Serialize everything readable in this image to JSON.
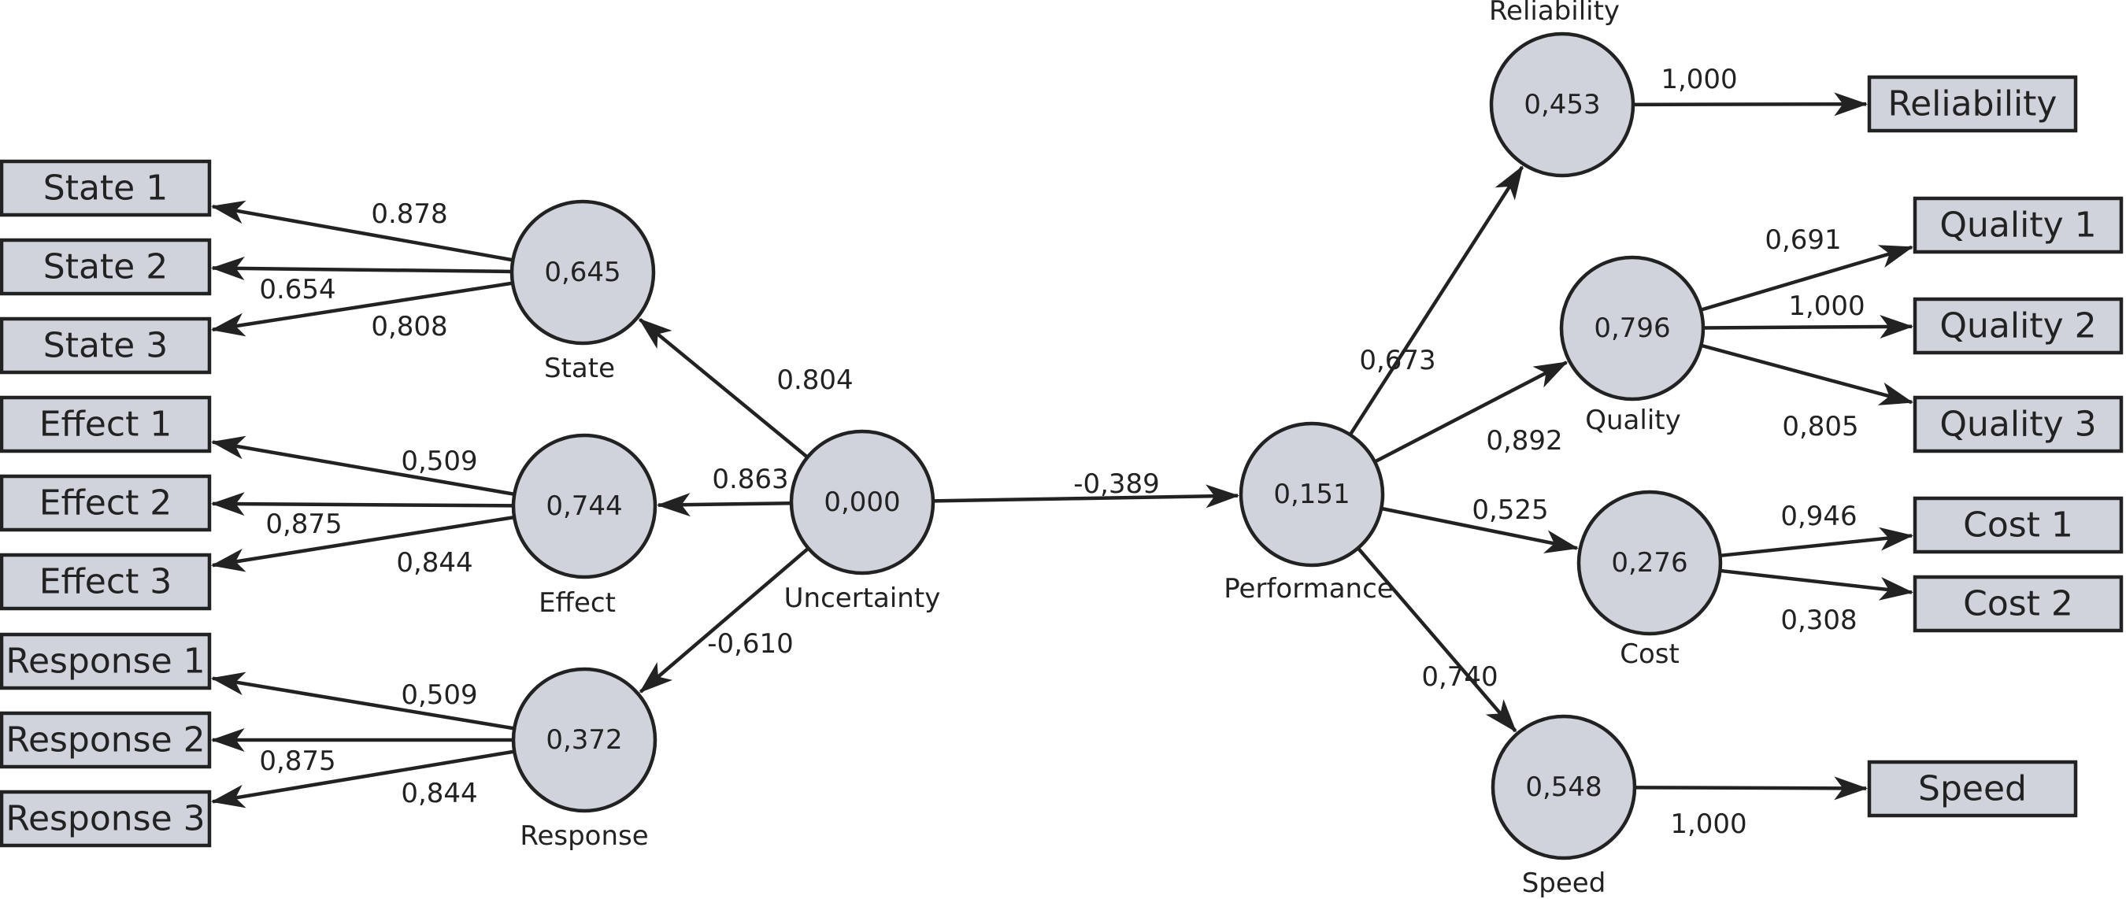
{
  "colors": {
    "fill": "#d0d3dc",
    "stroke": "#222222",
    "background": "#ffffff"
  },
  "nodes": [
    {
      "id": "uncertainty",
      "value": "0,000",
      "label": "Uncertainty"
    },
    {
      "id": "state",
      "value": "0,645",
      "label": "State"
    },
    {
      "id": "effect",
      "value": "0,744",
      "label": "Effect"
    },
    {
      "id": "response",
      "value": "0,372",
      "label": "Response"
    },
    {
      "id": "performance",
      "value": "0,151",
      "label": "Performance"
    },
    {
      "id": "reliability",
      "value": "0,453",
      "label": "Reliability"
    },
    {
      "id": "quality",
      "value": "0,796",
      "label": "Quality"
    },
    {
      "id": "cost",
      "value": "0,276",
      "label": "Cost"
    },
    {
      "id": "speed",
      "value": "0,548",
      "label": "Speed"
    }
  ],
  "indicators": [
    {
      "id": "state-1",
      "label": "State 1"
    },
    {
      "id": "state-2",
      "label": "State 2"
    },
    {
      "id": "state-3",
      "label": "State 3"
    },
    {
      "id": "effect-1",
      "label": "Effect 1"
    },
    {
      "id": "effect-2",
      "label": "Effect 2"
    },
    {
      "id": "effect-3",
      "label": "Effect 3"
    },
    {
      "id": "response-1",
      "label": "Response 1"
    },
    {
      "id": "response-2",
      "label": "Response 2"
    },
    {
      "id": "response-3",
      "label": "Response 3"
    },
    {
      "id": "reliability-box",
      "label": "Reliability"
    },
    {
      "id": "quality-1",
      "label": "Quality 1"
    },
    {
      "id": "quality-2",
      "label": "Quality 2"
    },
    {
      "id": "quality-3",
      "label": "Quality 3"
    },
    {
      "id": "cost-1",
      "label": "Cost 1"
    },
    {
      "id": "cost-2",
      "label": "Cost 2"
    },
    {
      "id": "speed-box",
      "label": "Speed"
    }
  ],
  "edges": [
    {
      "from": "state",
      "to": "state-1",
      "weight": "0.878"
    },
    {
      "from": "state",
      "to": "state-2",
      "weight": "0.654"
    },
    {
      "from": "state",
      "to": "state-3",
      "weight": "0,808"
    },
    {
      "from": "effect",
      "to": "effect-1",
      "weight": "0,509"
    },
    {
      "from": "effect",
      "to": "effect-2",
      "weight": "0,875"
    },
    {
      "from": "effect",
      "to": "effect-3",
      "weight": "0,844"
    },
    {
      "from": "response",
      "to": "response-1",
      "weight": "0,509"
    },
    {
      "from": "response",
      "to": "response-2",
      "weight": "0,875"
    },
    {
      "from": "response",
      "to": "response-3",
      "weight": "0,844"
    },
    {
      "from": "uncertainty",
      "to": "state",
      "weight": "0.804"
    },
    {
      "from": "uncertainty",
      "to": "effect",
      "weight": "0.863"
    },
    {
      "from": "uncertainty",
      "to": "response",
      "weight": "-0,610"
    },
    {
      "from": "uncertainty",
      "to": "performance",
      "weight": "-0,389"
    },
    {
      "from": "performance",
      "to": "reliability",
      "weight": "0,673"
    },
    {
      "from": "performance",
      "to": "quality",
      "weight": "0,892"
    },
    {
      "from": "performance",
      "to": "cost",
      "weight": "0,525"
    },
    {
      "from": "performance",
      "to": "speed",
      "weight": "0,740"
    },
    {
      "from": "reliability",
      "to": "reliability-box",
      "weight": "1,000"
    },
    {
      "from": "quality",
      "to": "quality-1",
      "weight": "0,691"
    },
    {
      "from": "quality",
      "to": "quality-2",
      "weight": "1,000"
    },
    {
      "from": "quality",
      "to": "quality-3",
      "weight": "0,805"
    },
    {
      "from": "cost",
      "to": "cost-1",
      "weight": "0,946"
    },
    {
      "from": "cost",
      "to": "cost-2",
      "weight": "0,308"
    },
    {
      "from": "speed",
      "to": "speed-box",
      "weight": "1,000"
    }
  ]
}
